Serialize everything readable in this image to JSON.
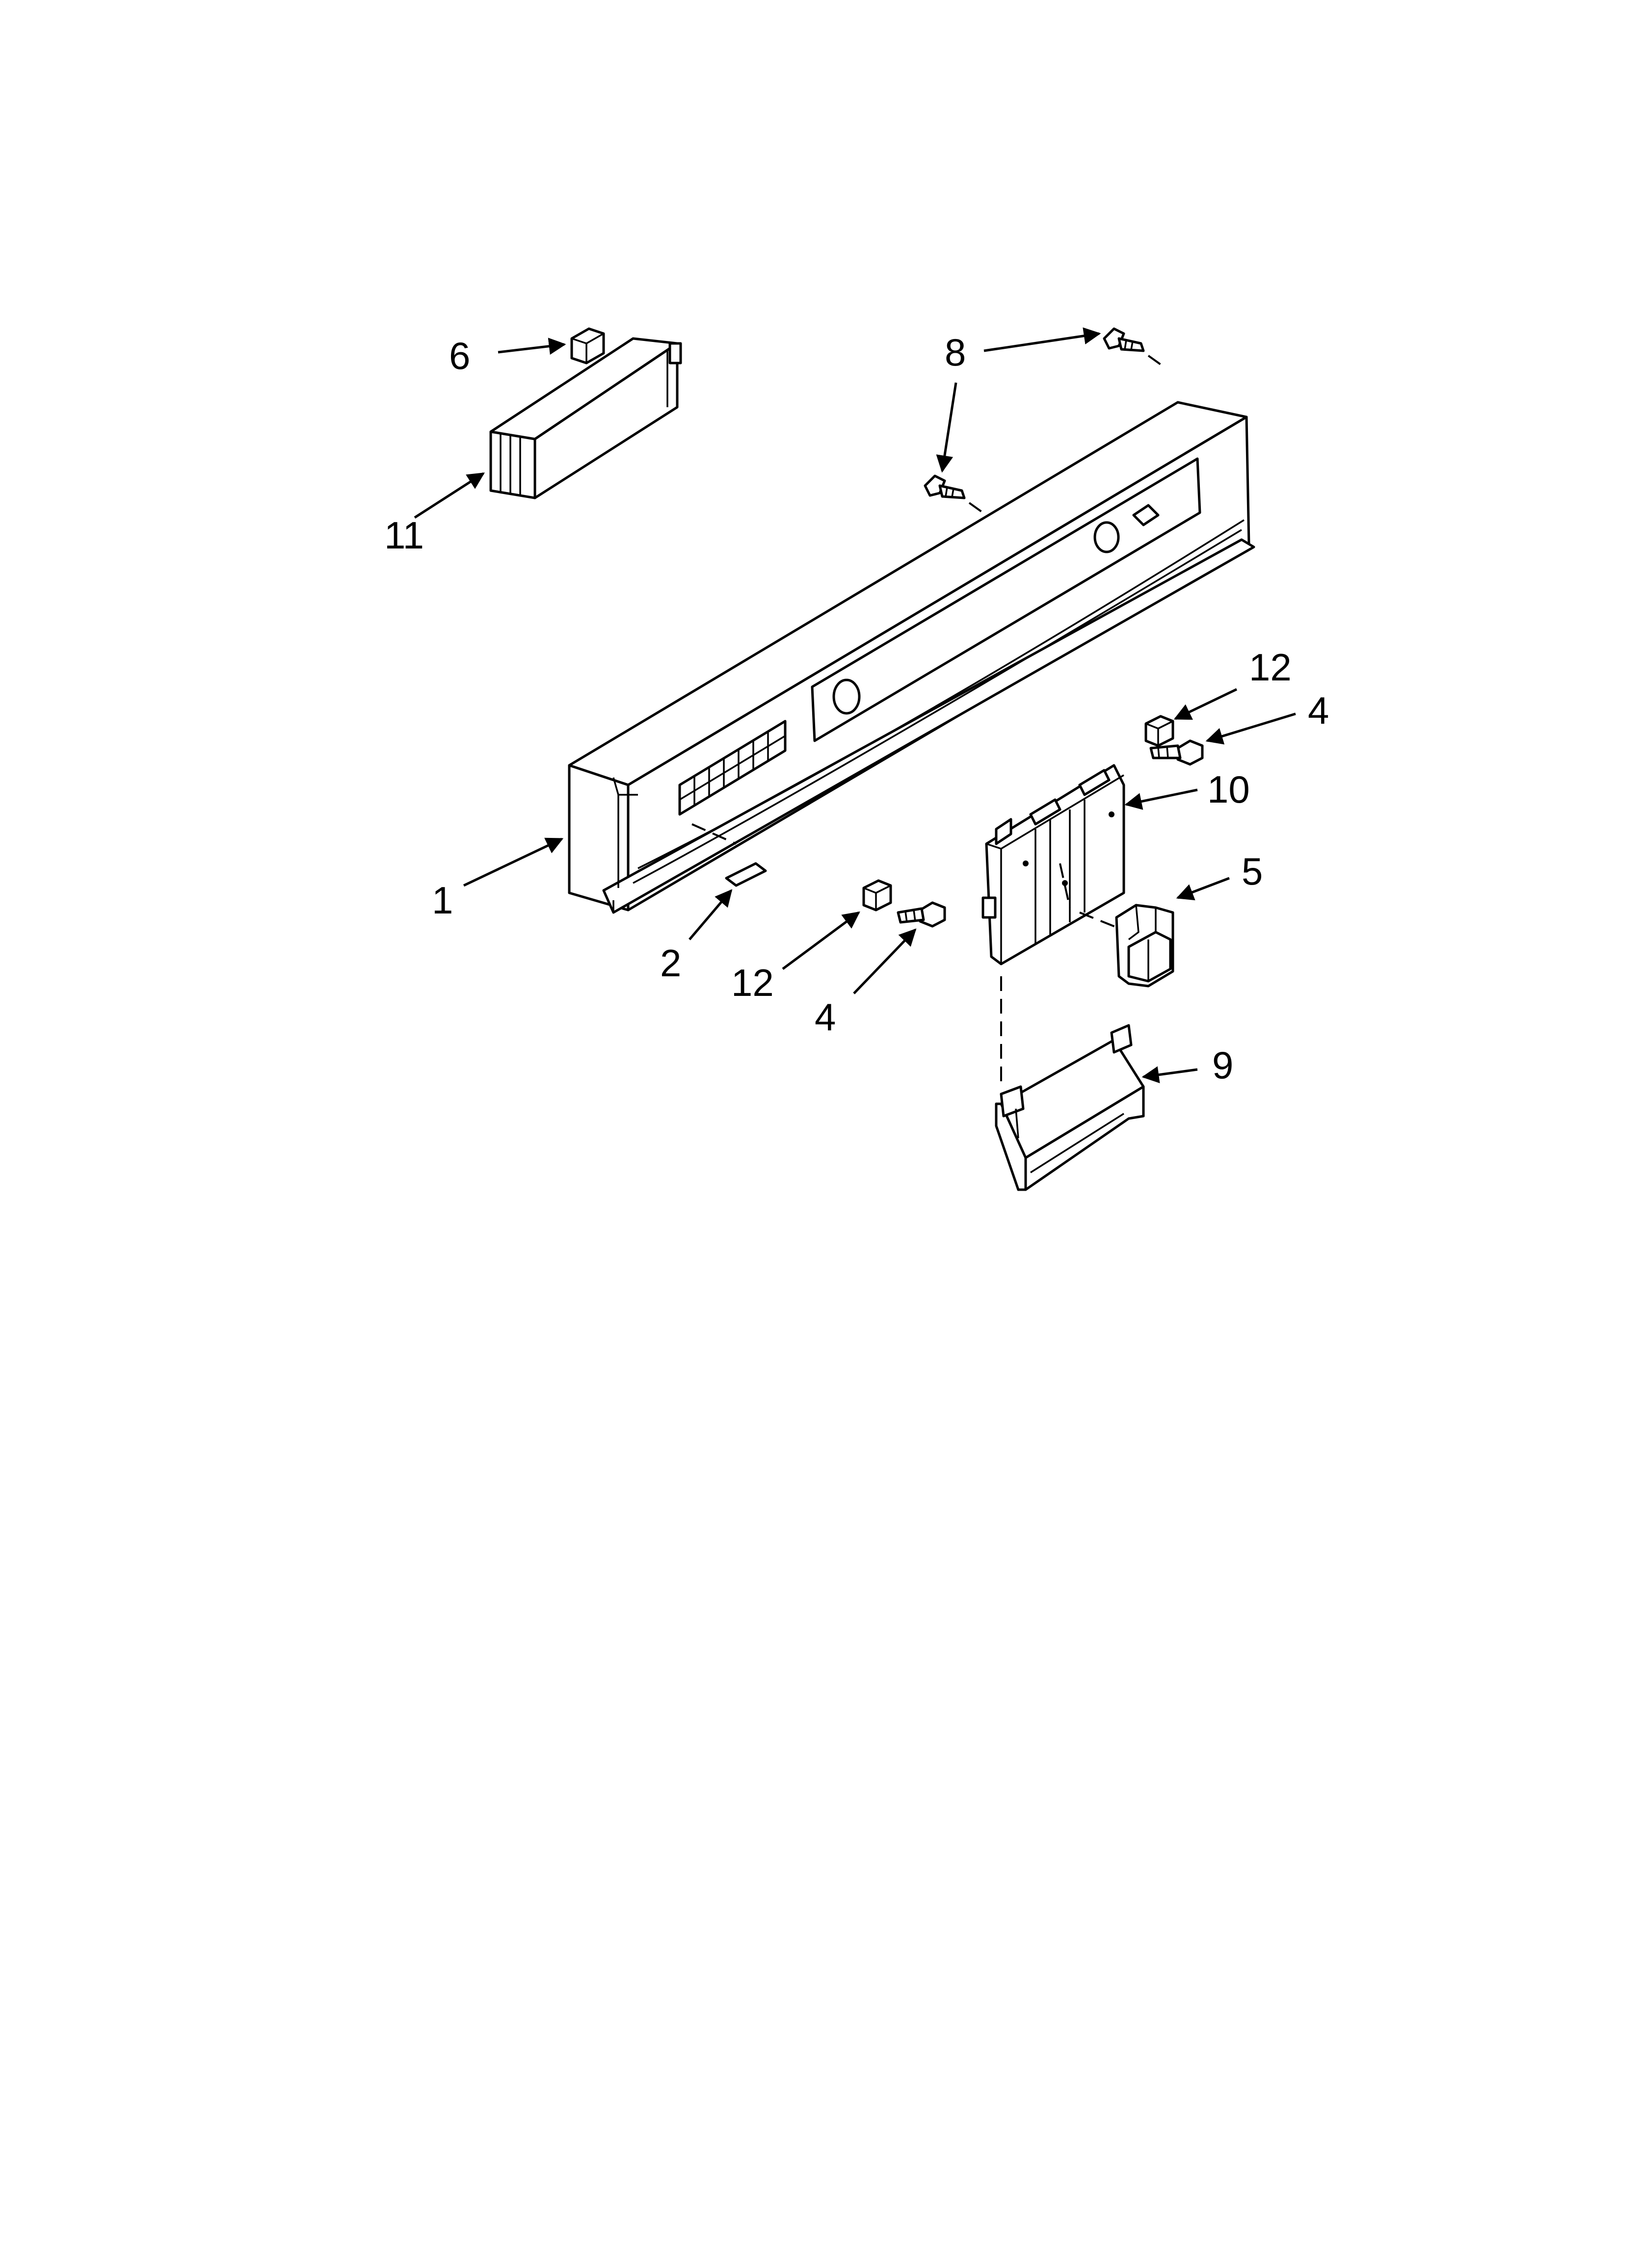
{
  "callouts": [
    {
      "id": "c1",
      "label": "1"
    },
    {
      "id": "c2",
      "label": "2"
    },
    {
      "id": "c4a",
      "label": "4"
    },
    {
      "id": "c4b",
      "label": "4"
    },
    {
      "id": "c5",
      "label": "5"
    },
    {
      "id": "c6",
      "label": "6"
    },
    {
      "id": "c8",
      "label": "8"
    },
    {
      "id": "c9",
      "label": "9"
    },
    {
      "id": "c10",
      "label": "10"
    },
    {
      "id": "c11",
      "label": "11"
    },
    {
      "id": "c12a",
      "label": "12"
    },
    {
      "id": "c12b",
      "label": "12"
    }
  ]
}
